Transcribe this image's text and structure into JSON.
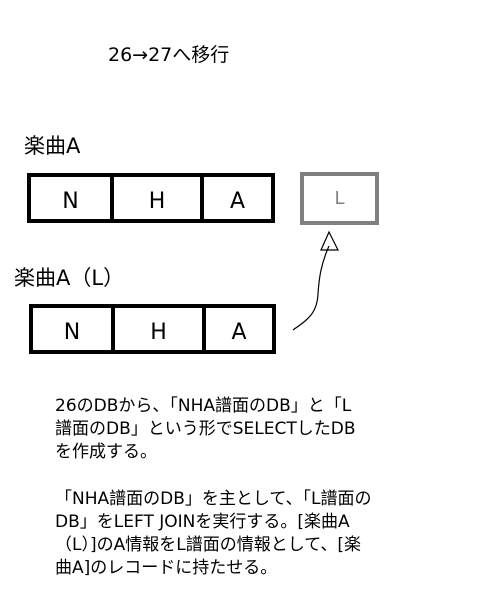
{
  "heading": "26→27へ移行",
  "track_a": {
    "title": "楽曲A",
    "cells": [
      "N",
      "H",
      "A"
    ]
  },
  "track_l": {
    "title": "楽曲A（L）",
    "cells": [
      "N",
      "H",
      "A"
    ]
  },
  "l_box": {
    "label": "L"
  },
  "colors": {
    "l_box": "#808080",
    "main": "#000000"
  },
  "description": {
    "lines_1": [
      "26のDBから、「NHA譜面のDB」と「L",
      "譜面のDB」という形でSELECTしたDB",
      "を作成する。"
    ],
    "lines_2": [
      "「NHA譜面のDB」を主として、「L譜面の",
      "DB」をLEFT JOINを実行する。[楽曲A",
      "（L）]のA情報をL譜面の情報として、[楽",
      "曲A]のレコードに持たせる。"
    ]
  }
}
